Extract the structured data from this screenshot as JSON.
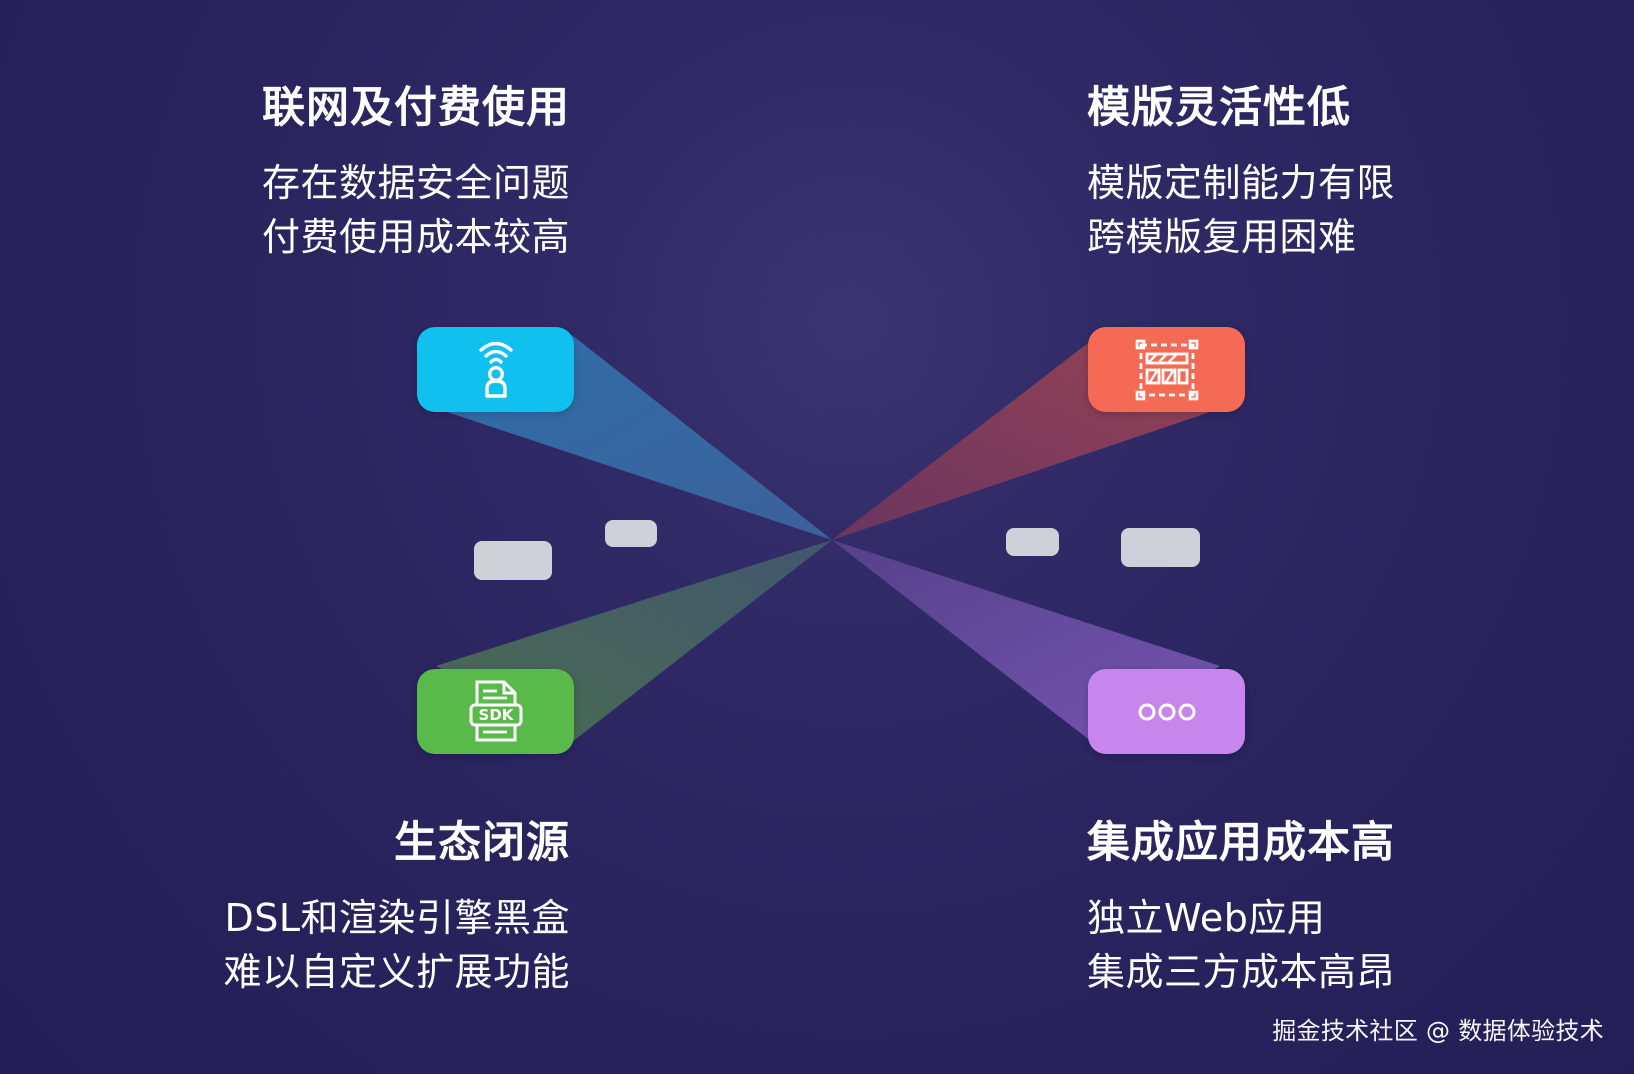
{
  "quadrants": {
    "top_left": {
      "title": "联网及付费使用",
      "lines": [
        "存在数据安全问题",
        "付费使用成本较高"
      ]
    },
    "top_right": {
      "title": "模版灵活性低",
      "lines": [
        "模版定制能力有限",
        "跨模版复用困难"
      ]
    },
    "bottom_left": {
      "title": "生态闭源",
      "lines": [
        "DSL和渲染引擎黑盒",
        "难以自定义扩展功能"
      ]
    },
    "bottom_right": {
      "title": "集成应用成本高",
      "lines": [
        "独立Web应用",
        "集成三方成本高昂"
      ]
    }
  },
  "icons": {
    "top_left": {
      "name": "wireless-person-icon",
      "color": "#10c0ee"
    },
    "top_right": {
      "name": "template-grid-icon",
      "color": "#f56a55"
    },
    "bottom_left": {
      "name": "sdk-document-icon",
      "color": "#59b94a"
    },
    "bottom_right": {
      "name": "more-dots-icon",
      "color": "#c785ee"
    }
  },
  "footer": {
    "credit": "掘金技术社区 @ 数据体验技术"
  }
}
